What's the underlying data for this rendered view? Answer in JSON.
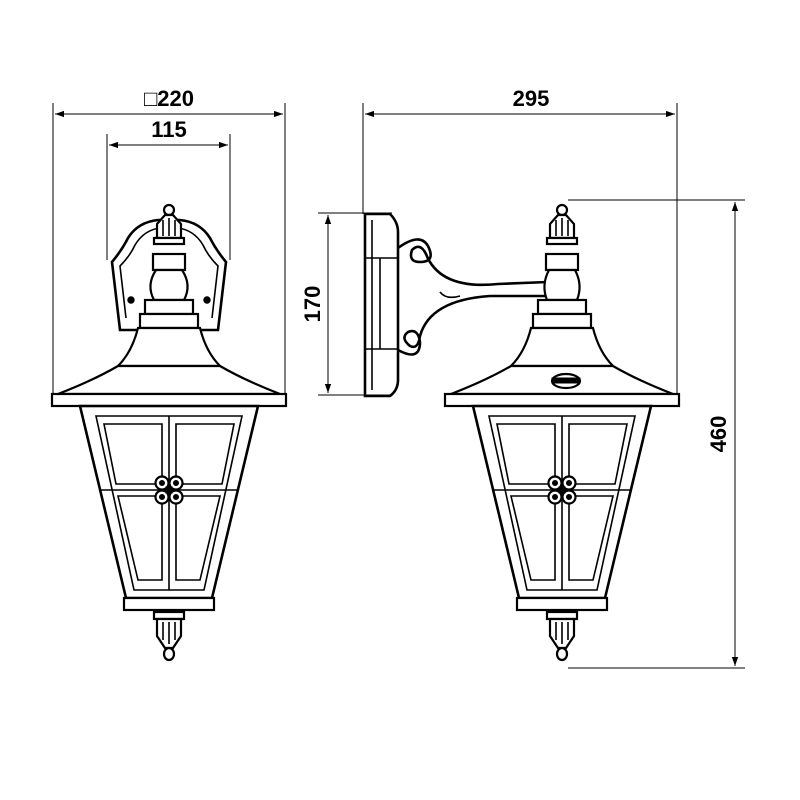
{
  "dimensions": {
    "front_square_width": "□220",
    "front_body_width": "115",
    "side_total_depth": "295",
    "side_plate_height": "170",
    "side_total_height": "460"
  }
}
